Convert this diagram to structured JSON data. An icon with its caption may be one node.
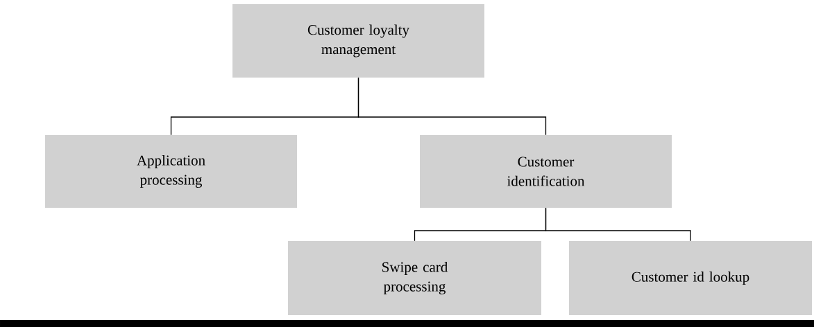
{
  "diagram": {
    "nodes": [
      {
        "text": [
          "Customer loyalty management"
        ]
      },
      {
        "text": [
          "Application processing"
        ]
      },
      {
        "text": [
          "Customer identification"
        ]
      },
      {
        "text": [
          "Swipe card processing"
        ]
      },
      {
        "text": [
          "Customer id lookup"
        ]
      }
    ],
    "edges": [
      {
        "from": 0,
        "to": 1,
        "arrow": "none"
      },
      {
        "from": 0,
        "to": 2,
        "arrow": "none"
      },
      {
        "from": 2,
        "to": 3,
        "arrow": "none"
      },
      {
        "from": 2,
        "to": 4,
        "arrow": "none"
      }
    ]
  }
}
